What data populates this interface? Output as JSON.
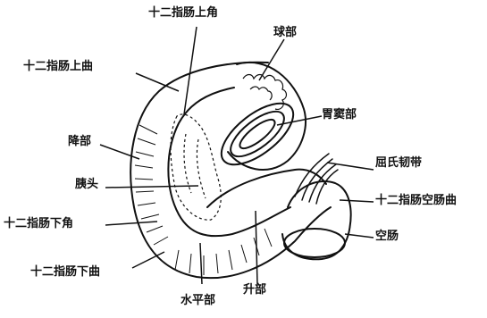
{
  "figure": {
    "ink": "#111111",
    "paper": "#ffffff",
    "labels": {
      "superior_angle": "十二指肠上角",
      "bulb": "球部",
      "superior_flexure": "十二指肠上曲",
      "pyloric_antrum": "胃窦部",
      "descending_part": "降部",
      "treitz_ligament": "屈氏韧带",
      "pancreas_head": "胰头",
      "duodenojejunal_flexure": "十二指肠空肠曲",
      "inferior_angle": "十二指肠下角",
      "jejunum": "空肠",
      "inferior_flexure": "十二指肠下曲",
      "ascending_part": "升部",
      "horizontal_part": "水平部"
    }
  }
}
